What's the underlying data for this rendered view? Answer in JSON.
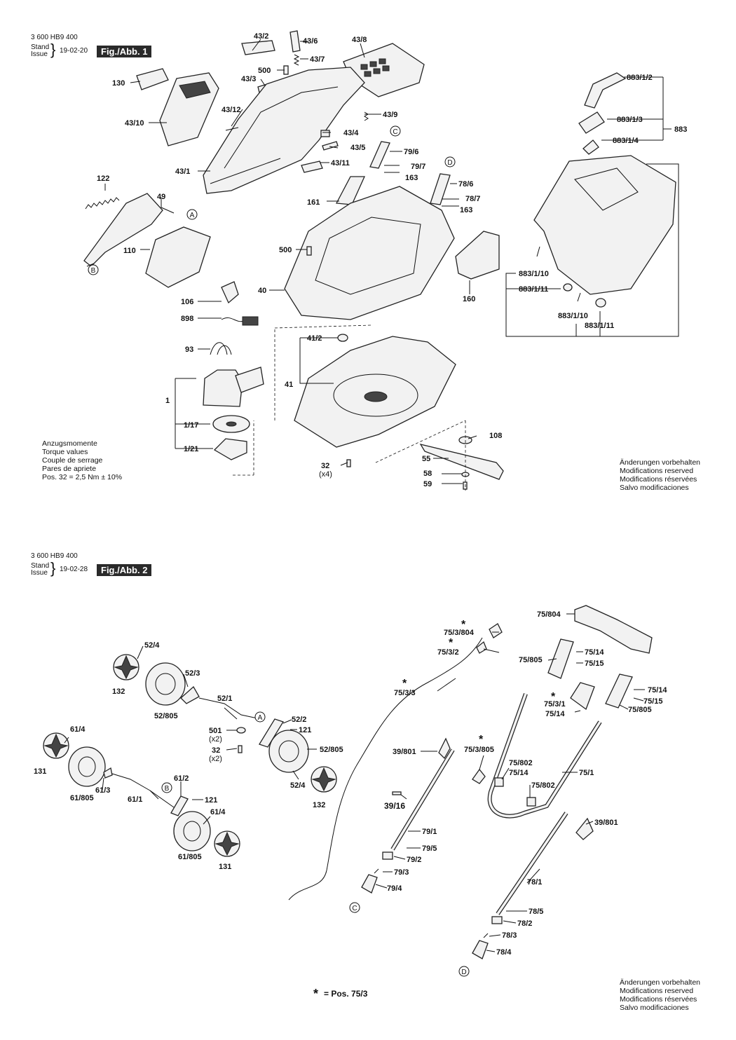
{
  "fig1": {
    "doc_number": "3 600 HB9 400",
    "stand_label": "Stand",
    "issue_label": "Issue",
    "date": "19-02-20",
    "fig_label": "Fig./Abb. 1",
    "torque": [
      "Anzugsmomente",
      "Torque values",
      "Couple de serrage",
      "Pares de apriete",
      "Pos. 32 = 2,5 Nm  ± 10%"
    ],
    "mods": [
      "Änderungen vorbehalten",
      "Modifications reserved",
      "Modifications réservées",
      "Salvo modificaciones"
    ],
    "labels": {
      "l43_2": "43/2",
      "l43_6": "43/6",
      "l43_8": "43/8",
      "l43_7": "43/7",
      "l500a": "500",
      "l130": "130",
      "l43_3": "43/3",
      "l43_12": "43/12",
      "l43_10": "43/10",
      "l43_9": "43/9",
      "l43_4": "43/4",
      "l43_5": "43/5",
      "l79_6": "79/6",
      "l79_7": "79/7",
      "l163a": "163",
      "l43_11": "43/11",
      "l43_1": "43/1",
      "l122": "122",
      "l49": "49",
      "l161": "161",
      "l78_6": "78/6",
      "l78_7": "78/7",
      "l163b": "163",
      "l110": "110",
      "l500b": "500",
      "l40": "40",
      "l160": "160",
      "l106": "106",
      "l898": "898",
      "l41_2": "41/2",
      "l93": "93",
      "l41": "41",
      "l1": "1",
      "l1_17": "1/17",
      "l1_21": "1/21",
      "l108": "108",
      "l55": "55",
      "l32": "32",
      "lx4": "(x4)",
      "l58": "58",
      "l59": "59",
      "l883_1_2": "883/1/2",
      "l883_1_3": "883/1/3",
      "l883": "883",
      "l883_1_4": "883/1/4",
      "l883_1_10a": "883/1/10",
      "l883_1_11a": "883/1/11",
      "l883_1_10b": "883/1/10",
      "l883_1_11b": "883/1/11"
    },
    "circles": {
      "A": "A",
      "B": "B",
      "C": "C",
      "D": "D"
    }
  },
  "fig2": {
    "doc_number": "3 600 HB9 400",
    "stand_label": "Stand",
    "issue_label": "Issue",
    "date": "19-02-28",
    "fig_label": "Fig./Abb. 2",
    "footnote_star": "*",
    "footnote_text": "= Pos.  75/3",
    "mods": [
      "Änderungen vorbehalten",
      "Modifications reserved",
      "Modifications réservées",
      "Salvo modificaciones"
    ],
    "labels": {
      "l75_804": "75/804",
      "l75_3_804": "75/3/804",
      "l75_3_2": "75/3/2",
      "l75_14a": "75/14",
      "l75_805a": "75/805",
      "l75_15a": "75/15",
      "l52_4a": "52/4",
      "l132a": "132",
      "l52_3": "52/3",
      "l75_3_3": "75/3/3",
      "l75_14b": "75/14",
      "l75_15b": "75/15",
      "l75_3_1": "75/3/1",
      "l75_14c": "75/14",
      "l75_805b": "75/805",
      "l52_805a": "52/805",
      "l52_1": "52/1",
      "l501": "501",
      "lx2a": "(x2)",
      "l52_2": "52/2",
      "l121a": "121",
      "l61_4a": "61/4",
      "l32": "32",
      "lx2b": "(x2)",
      "l52_805b": "52/805",
      "l39_801a": "39/801",
      "l75_3_805": "75/3/805",
      "l75_802a": "75/802",
      "l75_14d": "75/14",
      "l75_1": "75/1",
      "l75_802b": "75/802",
      "l131a": "131",
      "l61_805a": "61/805",
      "l61_3": "61/3",
      "l61_1": "61/1",
      "l61_2": "61/2",
      "l121b": "121",
      "l52_4b": "52/4",
      "l132b": "132",
      "l39_16": "39/16",
      "l39_801b": "39/801",
      "l61_4b": "61/4",
      "l79_1": "79/1",
      "l79_5": "79/5",
      "l61_805b": "61/805",
      "l131b": "131",
      "l79_2": "79/2",
      "l79_3": "79/3",
      "l79_4": "79/4",
      "l78_1": "78/1",
      "l78_5": "78/5",
      "l78_2": "78/2",
      "l78_3": "78/3",
      "l78_4": "78/4",
      "s1": "*",
      "s2": "*",
      "s3": "*",
      "s4": "*",
      "s5": "*"
    },
    "circles": {
      "A": "A",
      "B": "B",
      "C": "C",
      "D": "D"
    }
  }
}
